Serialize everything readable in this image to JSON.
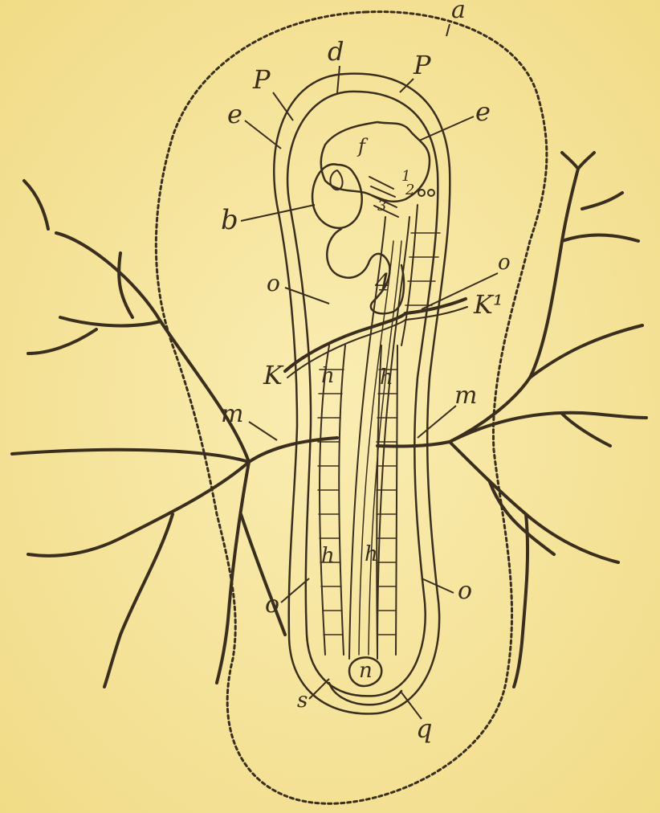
{
  "figure": {
    "paper_color": "#f7e6a0",
    "ink_color": "#3a2e1e",
    "labels": {
      "a": "a",
      "d": "d",
      "p1": "P",
      "p2": "P",
      "e1": "e",
      "e2": "e",
      "f": "f",
      "b": "b",
      "n1": "1",
      "n2": "2",
      "n3": "3",
      "n4": "4",
      "o_upper_left": "o",
      "o_upper_right": "o",
      "o_lower_left": "o",
      "o_lower_right": "o",
      "k": "K",
      "k1": "K¹",
      "h1": "h",
      "h2": "h",
      "h3": "h",
      "h4": "h",
      "m_left": "m",
      "m_right": "m",
      "n": "n",
      "s": "s",
      "q": "q"
    }
  }
}
